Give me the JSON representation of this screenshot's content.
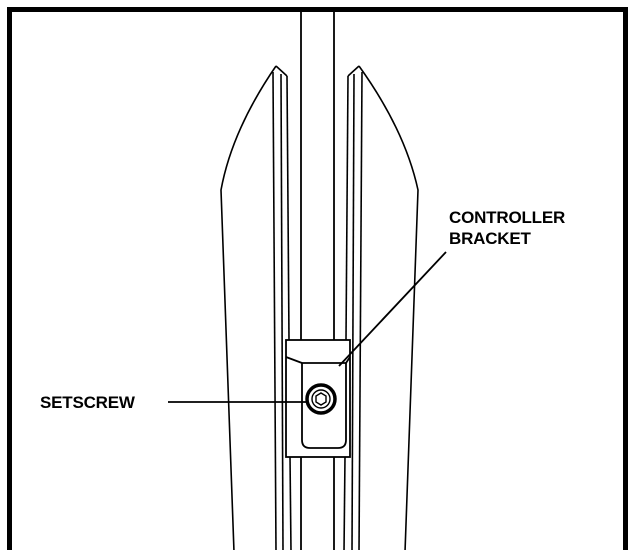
{
  "labels": {
    "controller_bracket": [
      "CONTROLLER",
      "BRACKET"
    ],
    "setscrew": "SETSCREW"
  },
  "colors": {
    "ink": "#000000",
    "paper": "#ffffff"
  }
}
